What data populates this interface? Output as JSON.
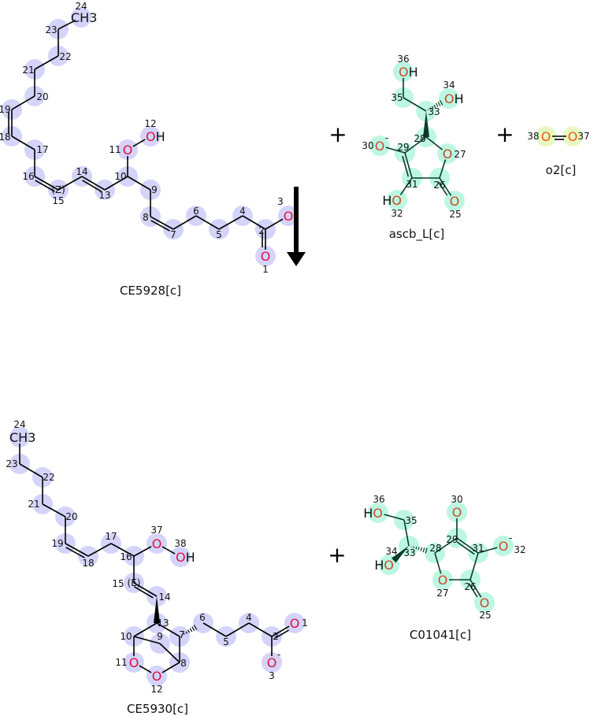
{
  "colors": {
    "highlight_substrate": "#d4d4fa",
    "highlight_ascorbate": "#bdf7e2",
    "highlight_oxygen": "#e8fac4",
    "oxygen_red": "#e0103c",
    "oxygen_orange": "#cc4a28",
    "oxygen_bright": "#ee5a0a",
    "bond": "#000000",
    "bond_green": "#0a3a2a"
  },
  "plus_sign": "+",
  "molecules": [
    {
      "key": "m1",
      "name": "CE5928[c]",
      "atoms": [
        {
          "n": "24",
          "label": "CH3"
        },
        {
          "n": "23",
          "label": ""
        },
        {
          "n": "22",
          "label": ""
        },
        {
          "n": "21",
          "label": ""
        },
        {
          "n": "20",
          "label": ""
        },
        {
          "n": "19",
          "label": ""
        },
        {
          "n": "18",
          "label": ""
        },
        {
          "n": "17",
          "label": ""
        },
        {
          "n": "16",
          "label": ""
        },
        {
          "n": "15",
          "label": "",
          "stereo": "(Z)"
        },
        {
          "n": "14",
          "label": ""
        },
        {
          "n": "13",
          "label": ""
        },
        {
          "n": "10",
          "label": ""
        },
        {
          "n": "11",
          "label": "O"
        },
        {
          "n": "12",
          "label": "OH"
        },
        {
          "n": "9",
          "label": ""
        },
        {
          "n": "8",
          "label": ""
        },
        {
          "n": "7",
          "label": ""
        },
        {
          "n": "6",
          "label": ""
        },
        {
          "n": "5",
          "label": ""
        },
        {
          "n": "4",
          "label": ""
        },
        {
          "n": "2",
          "label": ""
        },
        {
          "n": "1",
          "label": "O"
        },
        {
          "n": "3",
          "label": "O"
        }
      ]
    },
    {
      "key": "m2",
      "name": "ascb_L[c]",
      "atoms": [
        {
          "n": "36",
          "label": "OH"
        },
        {
          "n": "35",
          "label": ""
        },
        {
          "n": "33",
          "label": ""
        },
        {
          "n": "34",
          "label": "OH"
        },
        {
          "n": "28",
          "label": ""
        },
        {
          "n": "29",
          "label": ""
        },
        {
          "n": "30",
          "label": "O",
          "charge": "-"
        },
        {
          "n": "27",
          "label": "O"
        },
        {
          "n": "31",
          "label": ""
        },
        {
          "n": "26",
          "label": ""
        },
        {
          "n": "32",
          "label": "HO"
        },
        {
          "n": "25",
          "label": "O"
        }
      ]
    },
    {
      "key": "m3",
      "name": "o2[c]",
      "atoms": [
        {
          "n": "38",
          "label": "O"
        },
        {
          "n": "37",
          "label": "O"
        }
      ]
    },
    {
      "key": "m4",
      "name": "CE5930[c]",
      "atoms": [
        {
          "n": "24",
          "label": "CH3"
        },
        {
          "n": "23",
          "label": ""
        },
        {
          "n": "22",
          "label": ""
        },
        {
          "n": "21",
          "label": ""
        },
        {
          "n": "20",
          "label": ""
        },
        {
          "n": "19",
          "label": ""
        },
        {
          "n": "18",
          "label": ""
        },
        {
          "n": "17",
          "label": ""
        },
        {
          "n": "16",
          "label": ""
        },
        {
          "n": "37",
          "label": "O"
        },
        {
          "n": "38",
          "label": "OH"
        },
        {
          "n": "15",
          "label": "",
          "stereo": "(E)"
        },
        {
          "n": "14",
          "label": ""
        },
        {
          "n": "13",
          "label": ""
        },
        {
          "n": "10",
          "label": ""
        },
        {
          "n": "9",
          "label": ""
        },
        {
          "n": "7",
          "label": ""
        },
        {
          "n": "8",
          "label": ""
        },
        {
          "n": "11",
          "label": "O"
        },
        {
          "n": "12",
          "label": "O"
        },
        {
          "n": "6",
          "label": ""
        },
        {
          "n": "5",
          "label": ""
        },
        {
          "n": "4",
          "label": ""
        },
        {
          "n": "2",
          "label": ""
        },
        {
          "n": "1",
          "label": "O"
        },
        {
          "n": "3",
          "label": "O",
          "charge": "-"
        }
      ]
    },
    {
      "key": "m5",
      "name": "C01041[c]",
      "atoms": [
        {
          "n": "36",
          "label": "HO"
        },
        {
          "n": "35",
          "label": ""
        },
        {
          "n": "33",
          "label": ""
        },
        {
          "n": "34",
          "label": "HO"
        },
        {
          "n": "28",
          "label": ""
        },
        {
          "n": "29",
          "label": ""
        },
        {
          "n": "30",
          "label": "O"
        },
        {
          "n": "31",
          "label": ""
        },
        {
          "n": "32",
          "label": "O",
          "charge": "-"
        },
        {
          "n": "27",
          "label": "O"
        },
        {
          "n": "26",
          "label": ""
        },
        {
          "n": "25",
          "label": "O"
        }
      ]
    }
  ]
}
